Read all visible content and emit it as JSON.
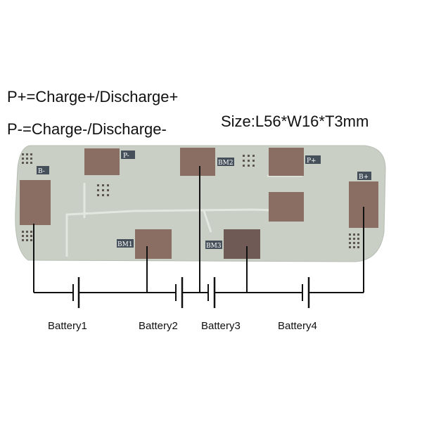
{
  "header": {
    "p_plus_text": "P+=Charge+/Discharge+",
    "p_minus_text": "P-=Charge-/Discharge-",
    "size_text": "Size:L56*W16*T3mm"
  },
  "board": {
    "silk_p_minus": "P-",
    "silk_bm2": "BM2",
    "silk_p_plus": "P+",
    "silk_b_minus": "B-",
    "silk_b_plus": "B+",
    "silk_bm1": "BM1",
    "silk_bm3": "BM3"
  },
  "batteries": [
    {
      "label": "Battery1"
    },
    {
      "label": "Battery2"
    },
    {
      "label": "Battery3"
    },
    {
      "label": "Battery4"
    }
  ],
  "colors": {
    "board": "#c9cfc5",
    "pad": "#8a6d63",
    "pad_dark": "#6f5a56",
    "wire": "#111111"
  }
}
